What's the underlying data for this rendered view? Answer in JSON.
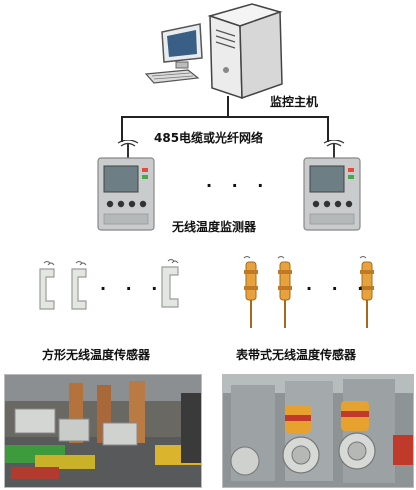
{
  "host": {
    "label": "监控主机"
  },
  "network": {
    "label": "485电缆或光纤网络"
  },
  "monitor": {
    "label": "无线温度监测器",
    "ellipsis": "· · ·"
  },
  "sensors": {
    "square": {
      "label": "方形无线温度传感器",
      "ellipsis": "· · ·"
    },
    "strap": {
      "label": "表带式无线温度传感器",
      "ellipsis": "· · ·"
    }
  },
  "colors": {
    "device_body": "#c9cbcc",
    "screen": "#6d7f84",
    "sensor_gold": "#e8a23d",
    "wire": "#222222"
  }
}
